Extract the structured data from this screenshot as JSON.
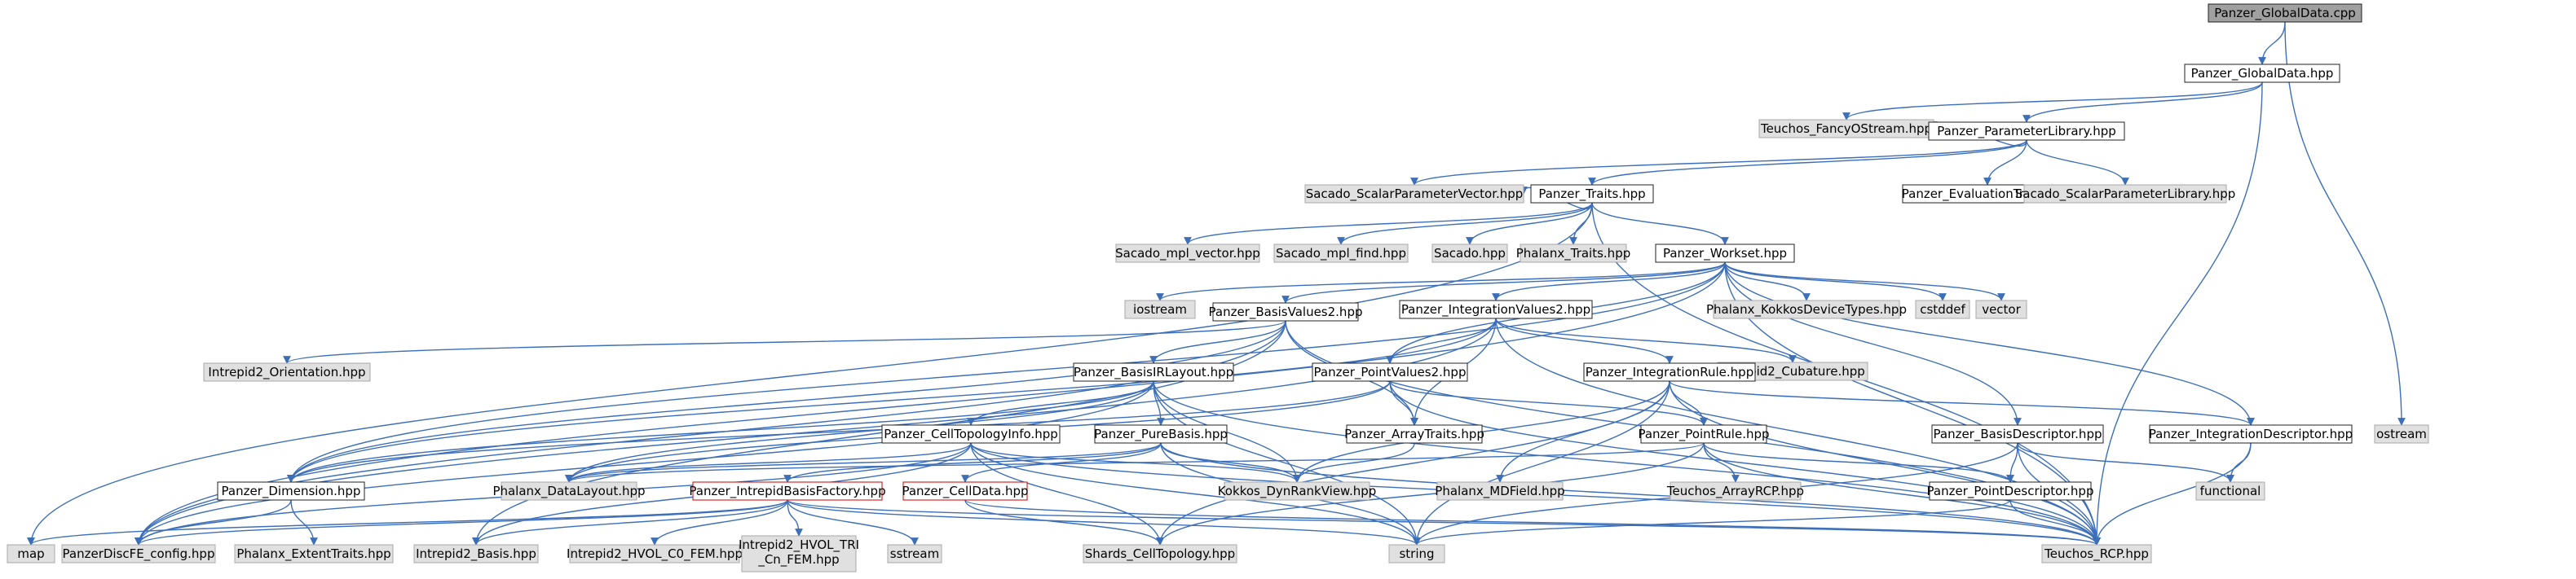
{
  "graph": {
    "colors": {
      "edge": "#3d6fb8",
      "node_plain_fill": "#ffffff",
      "node_plain_border": "#202020",
      "node_external_fill": "#e0e0e0",
      "node_external_border": "#a8a8a8",
      "node_truncated_border": "#cc0000",
      "node_root_fill": "#a0a0a0"
    },
    "nodes": [
      {
        "id": "n0",
        "label": "Panzer_GlobalData.cpp",
        "kind": "root"
      },
      {
        "id": "n1",
        "label": "Panzer_GlobalData.hpp",
        "kind": "plain"
      },
      {
        "id": "n2",
        "label": "Teuchos_FancyOStream.hpp",
        "kind": "external"
      },
      {
        "id": "n3",
        "label": "Panzer_ParameterLibrary.hpp",
        "kind": "plain"
      },
      {
        "id": "n4",
        "label": "Sacado_ScalarParameterVector.hpp",
        "kind": "external"
      },
      {
        "id": "n5",
        "label": "Panzer_Traits.hpp",
        "kind": "plain"
      },
      {
        "id": "n6",
        "label": "Panzer_EvaluationTraits.hpp",
        "kind": "plain"
      },
      {
        "id": "n7",
        "label": "Sacado_ScalarParameterLibrary.hpp",
        "kind": "external"
      },
      {
        "id": "n8",
        "label": "Sacado_mpl_vector.hpp",
        "kind": "external"
      },
      {
        "id": "n9",
        "label": "Sacado_mpl_find.hpp",
        "kind": "external"
      },
      {
        "id": "n10",
        "label": "Sacado.hpp",
        "kind": "external"
      },
      {
        "id": "n11",
        "label": "Phalanx_Traits.hpp",
        "kind": "external"
      },
      {
        "id": "n12",
        "label": "Panzer_Workset.hpp",
        "kind": "plain"
      },
      {
        "id": "n13",
        "label": "iostream",
        "kind": "external"
      },
      {
        "id": "n14",
        "label": "Panzer_BasisValues2.hpp",
        "kind": "plain"
      },
      {
        "id": "n15",
        "label": "Panzer_IntegrationValues2.hpp",
        "kind": "plain"
      },
      {
        "id": "n16",
        "label": "Phalanx_KokkosDeviceTypes.hpp",
        "kind": "external"
      },
      {
        "id": "n17",
        "label": "cstddef",
        "kind": "external"
      },
      {
        "id": "n18",
        "label": "vector",
        "kind": "external"
      },
      {
        "id": "n19",
        "label": "Intrepid2_Orientation.hpp",
        "kind": "external"
      },
      {
        "id": "n20",
        "label": "Intrepid2_Cubature.hpp",
        "kind": "external"
      },
      {
        "id": "n21",
        "label": "Panzer_BasisIRLayout.hpp",
        "kind": "plain"
      },
      {
        "id": "n22",
        "label": "Panzer_PointValues2.hpp",
        "kind": "plain"
      },
      {
        "id": "n23",
        "label": "Panzer_IntegrationRule.hpp",
        "kind": "plain"
      },
      {
        "id": "n24",
        "label": "Panzer_CellTopologyInfo.hpp",
        "kind": "plain"
      },
      {
        "id": "n25",
        "label": "Panzer_PureBasis.hpp",
        "kind": "plain"
      },
      {
        "id": "n26",
        "label": "Panzer_ArrayTraits.hpp",
        "kind": "plain"
      },
      {
        "id": "n27",
        "label": "Panzer_PointRule.hpp",
        "kind": "plain"
      },
      {
        "id": "n28",
        "label": "Panzer_BasisDescriptor.hpp",
        "kind": "plain"
      },
      {
        "id": "n29",
        "label": "Panzer_IntegrationDescriptor.hpp",
        "kind": "plain"
      },
      {
        "id": "n30",
        "label": "ostream",
        "kind": "external"
      },
      {
        "id": "n31",
        "label": "Panzer_Dimension.hpp",
        "kind": "plain"
      },
      {
        "id": "n32",
        "label": "Phalanx_DataLayout.hpp",
        "kind": "external"
      },
      {
        "id": "n33",
        "label": "Panzer_IntrepidBasisFactory.hpp",
        "kind": "truncated"
      },
      {
        "id": "n34",
        "label": "Panzer_CellData.hpp",
        "kind": "truncated"
      },
      {
        "id": "n35",
        "label": "Kokkos_DynRankView.hpp",
        "kind": "external"
      },
      {
        "id": "n36",
        "label": "Phalanx_MDField.hpp",
        "kind": "external"
      },
      {
        "id": "n37",
        "label": "Teuchos_ArrayRCP.hpp",
        "kind": "external"
      },
      {
        "id": "n38",
        "label": "Panzer_PointDescriptor.hpp",
        "kind": "plain"
      },
      {
        "id": "n39",
        "label": "functional",
        "kind": "external"
      },
      {
        "id": "n40",
        "label": "map",
        "kind": "external"
      },
      {
        "id": "n41",
        "label": "PanzerDiscFE_config.hpp",
        "kind": "external"
      },
      {
        "id": "n42",
        "label": "Phalanx_ExtentTraits.hpp",
        "kind": "external"
      },
      {
        "id": "n43",
        "label": "Intrepid2_Basis.hpp",
        "kind": "external"
      },
      {
        "id": "n44",
        "label": "Intrepid2_HVOL_C0_FEM.hpp",
        "kind": "external"
      },
      {
        "id": "n45",
        "lines": [
          "Intrepid2_HVOL_TRI",
          "_Cn_FEM.hpp"
        ],
        "kind": "external"
      },
      {
        "id": "n46",
        "label": "sstream",
        "kind": "external"
      },
      {
        "id": "n47",
        "label": "Shards_CellTopology.hpp",
        "kind": "external"
      },
      {
        "id": "n48",
        "label": "string",
        "kind": "external"
      },
      {
        "id": "n49",
        "label": "Teuchos_RCP.hpp",
        "kind": "external"
      }
    ],
    "edges": [
      [
        "n0",
        "n1"
      ],
      [
        "n0",
        "n30"
      ],
      [
        "n1",
        "n2"
      ],
      [
        "n1",
        "n3"
      ],
      [
        "n1",
        "n49"
      ],
      [
        "n3",
        "n4"
      ],
      [
        "n3",
        "n5"
      ],
      [
        "n3",
        "n6"
      ],
      [
        "n3",
        "n7"
      ],
      [
        "n3",
        "n2"
      ],
      [
        "n5",
        "n8"
      ],
      [
        "n5",
        "n9"
      ],
      [
        "n5",
        "n10"
      ],
      [
        "n5",
        "n11"
      ],
      [
        "n5",
        "n12"
      ],
      [
        "n5",
        "n49"
      ],
      [
        "n5",
        "n40"
      ],
      [
        "n5",
        "n4"
      ],
      [
        "n12",
        "n13"
      ],
      [
        "n12",
        "n14"
      ],
      [
        "n12",
        "n15"
      ],
      [
        "n12",
        "n16"
      ],
      [
        "n12",
        "n17"
      ],
      [
        "n12",
        "n18"
      ],
      [
        "n12",
        "n22"
      ],
      [
        "n12",
        "n28"
      ],
      [
        "n12",
        "n29"
      ],
      [
        "n12",
        "n31"
      ],
      [
        "n12",
        "n41"
      ],
      [
        "n12",
        "n49"
      ],
      [
        "n14",
        "n19"
      ],
      [
        "n14",
        "n21"
      ],
      [
        "n14",
        "n26"
      ],
      [
        "n14",
        "n31"
      ],
      [
        "n14",
        "n41"
      ],
      [
        "n14",
        "n43"
      ],
      [
        "n14",
        "n49"
      ],
      [
        "n15",
        "n20"
      ],
      [
        "n15",
        "n23"
      ],
      [
        "n15",
        "n22"
      ],
      [
        "n15",
        "n26"
      ],
      [
        "n15",
        "n31"
      ],
      [
        "n15",
        "n41"
      ],
      [
        "n15",
        "n49"
      ],
      [
        "n21",
        "n24"
      ],
      [
        "n21",
        "n25"
      ],
      [
        "n21",
        "n31"
      ],
      [
        "n21",
        "n32"
      ],
      [
        "n21",
        "n35"
      ],
      [
        "n21",
        "n48"
      ],
      [
        "n21",
        "n49"
      ],
      [
        "n21",
        "n41"
      ],
      [
        "n22",
        "n26"
      ],
      [
        "n22",
        "n27"
      ],
      [
        "n22",
        "n31"
      ],
      [
        "n22",
        "n32"
      ],
      [
        "n22",
        "n49"
      ],
      [
        "n23",
        "n27"
      ],
      [
        "n23",
        "n29"
      ],
      [
        "n23",
        "n35"
      ],
      [
        "n23",
        "n36"
      ],
      [
        "n23",
        "n47"
      ],
      [
        "n23",
        "n48"
      ],
      [
        "n23",
        "n49"
      ],
      [
        "n24",
        "n32"
      ],
      [
        "n24",
        "n35"
      ],
      [
        "n24",
        "n47"
      ],
      [
        "n24",
        "n48"
      ],
      [
        "n24",
        "n49"
      ],
      [
        "n24",
        "n43"
      ],
      [
        "n24",
        "n41"
      ],
      [
        "n25",
        "n33"
      ],
      [
        "n25",
        "n34"
      ],
      [
        "n25",
        "n32"
      ],
      [
        "n25",
        "n35"
      ],
      [
        "n25",
        "n48"
      ],
      [
        "n25",
        "n49"
      ],
      [
        "n26",
        "n35"
      ],
      [
        "n27",
        "n32"
      ],
      [
        "n27",
        "n37"
      ],
      [
        "n27",
        "n38"
      ],
      [
        "n27",
        "n47"
      ],
      [
        "n27",
        "n49"
      ],
      [
        "n28",
        "n38"
      ],
      [
        "n28",
        "n39"
      ],
      [
        "n28",
        "n48"
      ],
      [
        "n28",
        "n49"
      ],
      [
        "n29",
        "n39"
      ],
      [
        "n29",
        "n49"
      ],
      [
        "n31",
        "n42"
      ],
      [
        "n31",
        "n41"
      ],
      [
        "n33",
        "n40"
      ],
      [
        "n33",
        "n43"
      ],
      [
        "n33",
        "n44"
      ],
      [
        "n33",
        "n45"
      ],
      [
        "n33",
        "n46"
      ],
      [
        "n33",
        "n48"
      ],
      [
        "n33",
        "n49"
      ],
      [
        "n33",
        "n41"
      ],
      [
        "n34",
        "n47"
      ],
      [
        "n34",
        "n49"
      ],
      [
        "n38",
        "n48"
      ],
      [
        "n38",
        "n49"
      ]
    ]
  }
}
